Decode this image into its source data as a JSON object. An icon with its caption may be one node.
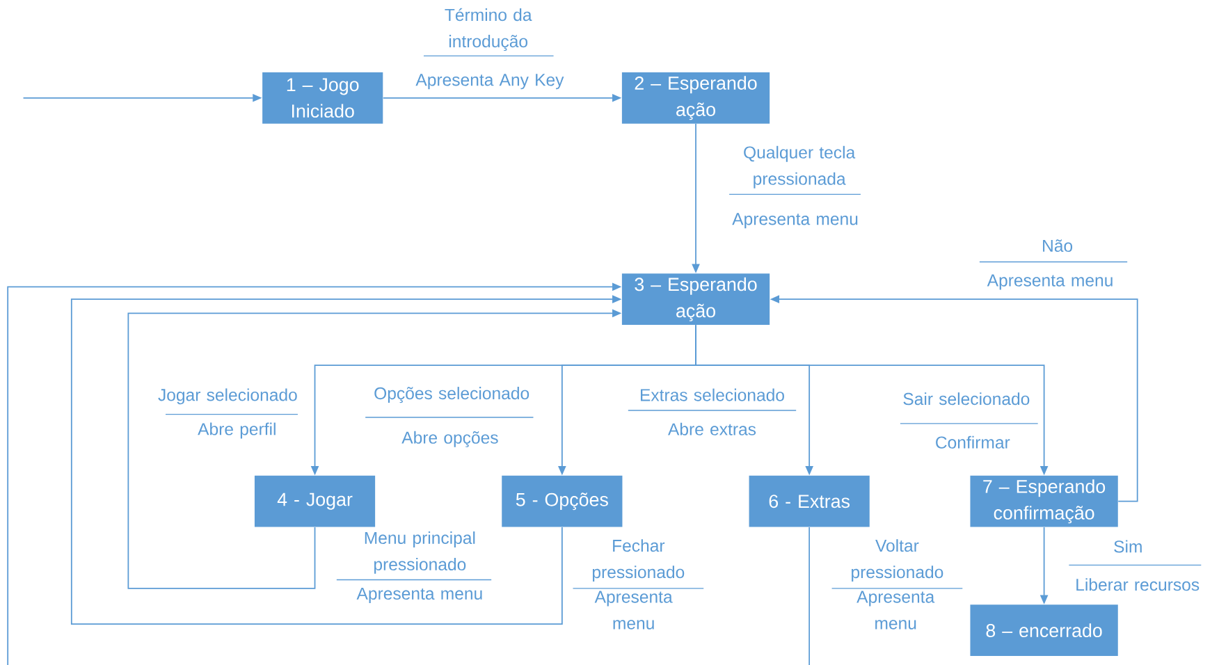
{
  "diagram": {
    "nodes": [
      {
        "text": [
          "1 – Jogo Iniciado"
        ]
      },
      {
        "text": [
          "2 – Esperando ação"
        ]
      },
      {
        "text": [
          "3 – Esperando ação"
        ]
      },
      {
        "text": [
          "4 - Jogar"
        ]
      },
      {
        "text": [
          "5 - Opções"
        ]
      },
      {
        "text": [
          "6 - Extras"
        ]
      },
      {
        "text": [
          "7 – Esperando confirmação"
        ]
      },
      {
        "text": [
          "8 – encerrado"
        ]
      }
    ],
    "edges": [
      {
        "from": null,
        "to": 0,
        "arrow": "to"
      },
      {
        "from": 0,
        "to": 1,
        "arrow": "to"
      },
      {
        "from": 1,
        "to": 2,
        "arrow": "to"
      },
      {
        "from": 2,
        "to": 3,
        "arrow": "to"
      },
      {
        "from": 2,
        "to": 4,
        "arrow": "to"
      },
      {
        "from": 2,
        "to": 5,
        "arrow": "to"
      },
      {
        "from": 2,
        "to": 6,
        "arrow": "to"
      },
      {
        "from": 6,
        "to": 2,
        "arrow": "to"
      },
      {
        "from": 6,
        "to": 7,
        "arrow": "to"
      },
      {
        "from": 3,
        "to": 2,
        "arrow": "to"
      },
      {
        "from": 4,
        "to": 2,
        "arrow": "to"
      },
      {
        "from": 5,
        "to": 2,
        "arrow": "to"
      }
    ],
    "labels": [
      "Término da introdução",
      "Apresenta Any Key",
      "Qualquer tecla pressionada",
      "Apresenta menu",
      "Não",
      "Apresenta menu",
      "Jogar selecionado",
      "Abre perfil",
      "Opções selecionado",
      "Abre opções",
      "Extras selecionado",
      "Abre extras",
      "Sair selecionado",
      "Confirmar",
      "Menu principal pressionado",
      "Apresenta menu",
      "Fechar pressionado",
      "Apresenta menu",
      "Voltar pressionado",
      "Apresenta menu",
      "Sim",
      "Liberar recursos"
    ]
  }
}
